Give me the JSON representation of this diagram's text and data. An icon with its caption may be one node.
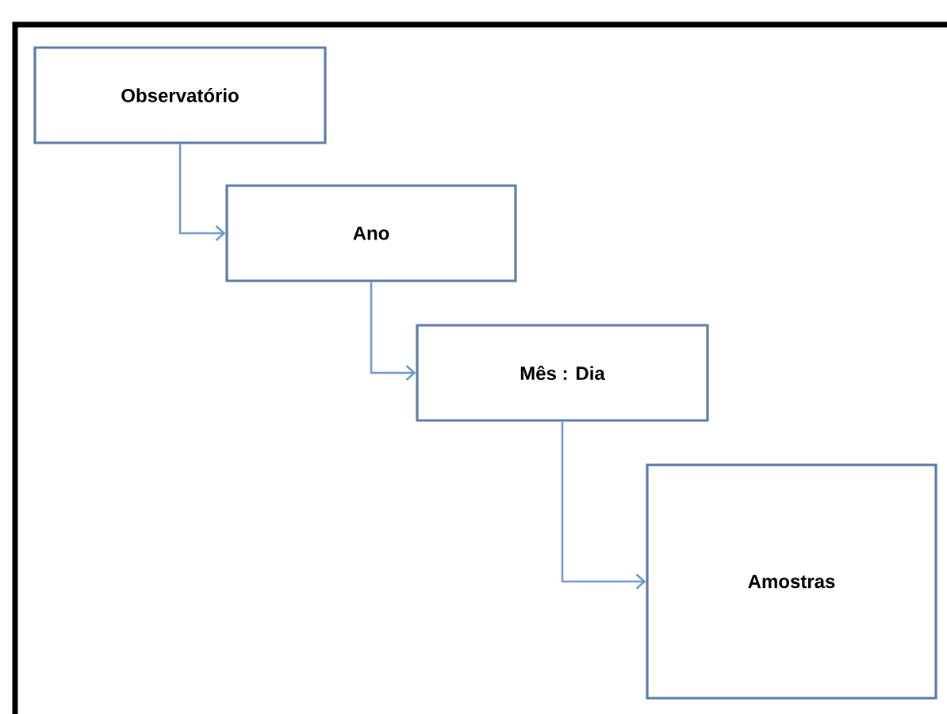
{
  "diagram": {
    "nodes": [
      {
        "text": [
          "Observatório"
        ]
      },
      {
        "text": [
          "Ano"
        ]
      },
      {
        "text": [
          "Mês : Dia"
        ]
      },
      {
        "text": [
          "Amostras"
        ]
      }
    ],
    "edges": [
      {
        "from": 0,
        "to": 1,
        "arrow": "to"
      },
      {
        "from": 1,
        "to": 2,
        "arrow": "to"
      },
      {
        "from": 2,
        "to": 3,
        "arrow": "to"
      }
    ]
  }
}
